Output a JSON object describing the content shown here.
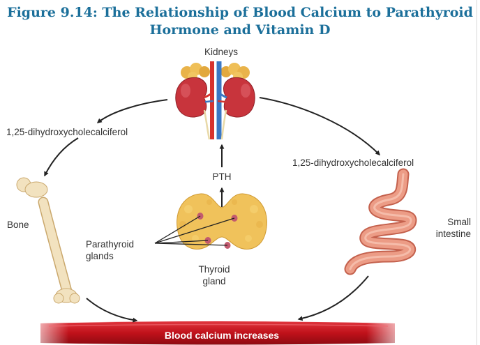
{
  "figure": {
    "title_line1": "Figure 9.14: The Relationship of Blood Calcium to Parathyroid",
    "title_line2": "Hormone and Vitamin D"
  },
  "labels": {
    "kidneys": "Kidneys",
    "vitamin_d_left": "1,25-dihydroxycholecalciferol",
    "vitamin_d_right": "1,25-dihydroxycholecalciferol",
    "pth": "PTH",
    "bone": "Bone",
    "parathyroid_line1": "Parathyroid",
    "parathyroid_line2": "glands",
    "thyroid_line1": "Thyroid",
    "thyroid_line2": "gland",
    "small_intestine_line1": "Small",
    "small_intestine_line2": "intestine",
    "blood_calcium": "Blood calcium increases"
  },
  "colors": {
    "title": "#1b6f9a",
    "label_text": "#333333",
    "arrow": "#222222",
    "kidney": "#c8343c",
    "adrenal_fat": "#e9b34a",
    "artery": "#d6332e",
    "vein": "#3b78c4",
    "thyroid": "#f0c25b",
    "parathyroid": "#c25a6e",
    "intestine": "#ec9c86",
    "bone": "#f2e2bf",
    "blood_band": "#c0111a"
  }
}
